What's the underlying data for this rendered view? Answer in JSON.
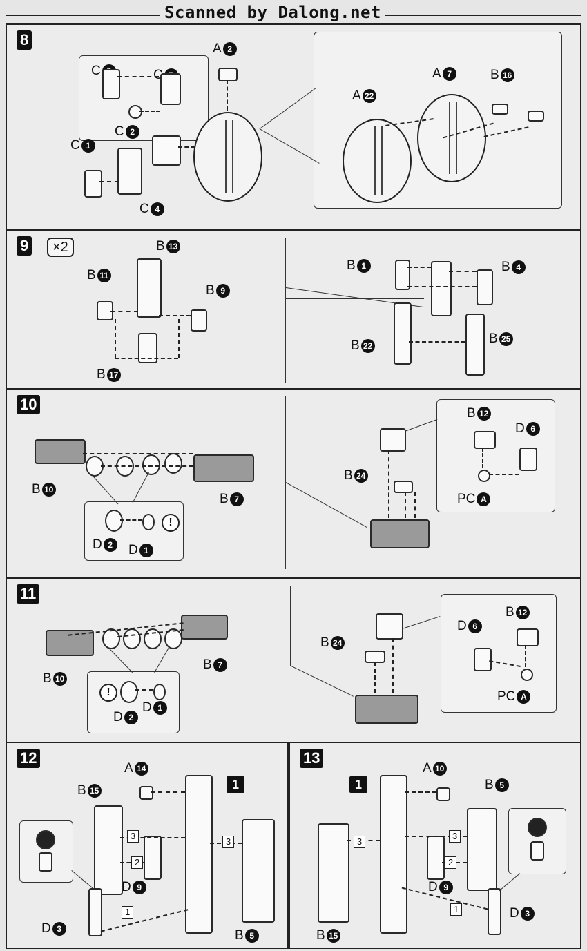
{
  "header": {
    "title": "Scanned by Dalong.net"
  },
  "steps": {
    "s8": {
      "number": "8",
      "labels": {
        "c8": [
          "C",
          "8"
        ],
        "c7": [
          "C",
          "7"
        ],
        "c2": [
          "C",
          "2"
        ],
        "c1": [
          "C",
          "1"
        ],
        "c4": [
          "C",
          "4"
        ],
        "a2": [
          "A",
          "2"
        ],
        "a22": [
          "A",
          "22"
        ],
        "a7": [
          "A",
          "7"
        ],
        "b16": [
          "B",
          "16"
        ]
      }
    },
    "s9": {
      "number": "9",
      "quantity": "×2",
      "labels": {
        "b13": [
          "B",
          "13"
        ],
        "b11": [
          "B",
          "11"
        ],
        "b9": [
          "B",
          "9"
        ],
        "b17": [
          "B",
          "17"
        ],
        "b1": [
          "B",
          "1"
        ],
        "b4": [
          "B",
          "4"
        ],
        "b22": [
          "B",
          "22"
        ],
        "b25": [
          "B",
          "25"
        ]
      }
    },
    "s10": {
      "number": "10",
      "warning": "!",
      "labels": {
        "b10": [
          "B",
          "10"
        ],
        "b7": [
          "B",
          "7"
        ],
        "d2": [
          "D",
          "2"
        ],
        "d1": [
          "D",
          "1"
        ],
        "b24": [
          "B",
          "24"
        ],
        "b12": [
          "B",
          "12"
        ],
        "d6": [
          "D",
          "6"
        ],
        "pca": [
          "PC",
          "A"
        ]
      }
    },
    "s11": {
      "number": "11",
      "warning": "!",
      "labels": {
        "b10": [
          "B",
          "10"
        ],
        "b7": [
          "B",
          "7"
        ],
        "d2": [
          "D",
          "2"
        ],
        "d1": [
          "D",
          "1"
        ],
        "b24": [
          "B",
          "24"
        ],
        "b12": [
          "B",
          "12"
        ],
        "d6": [
          "D",
          "6"
        ],
        "pca": [
          "PC",
          "A"
        ]
      }
    },
    "s12": {
      "number": "12",
      "ref": "1",
      "seq": [
        "3",
        "3",
        "2",
        "1"
      ],
      "labels": {
        "a14": [
          "A",
          "14"
        ],
        "b15": [
          "B",
          "15"
        ],
        "d9": [
          "D",
          "9"
        ],
        "d3": [
          "D",
          "3"
        ],
        "b5": [
          "B",
          "5"
        ]
      }
    },
    "s13": {
      "number": "13",
      "ref": "1",
      "seq": [
        "3",
        "3",
        "2",
        "1"
      ],
      "labels": {
        "a10": [
          "A",
          "10"
        ],
        "b5": [
          "B",
          "5"
        ],
        "d9": [
          "D",
          "9"
        ],
        "d3": [
          "D",
          "3"
        ],
        "b15": [
          "B",
          "15"
        ]
      }
    }
  }
}
